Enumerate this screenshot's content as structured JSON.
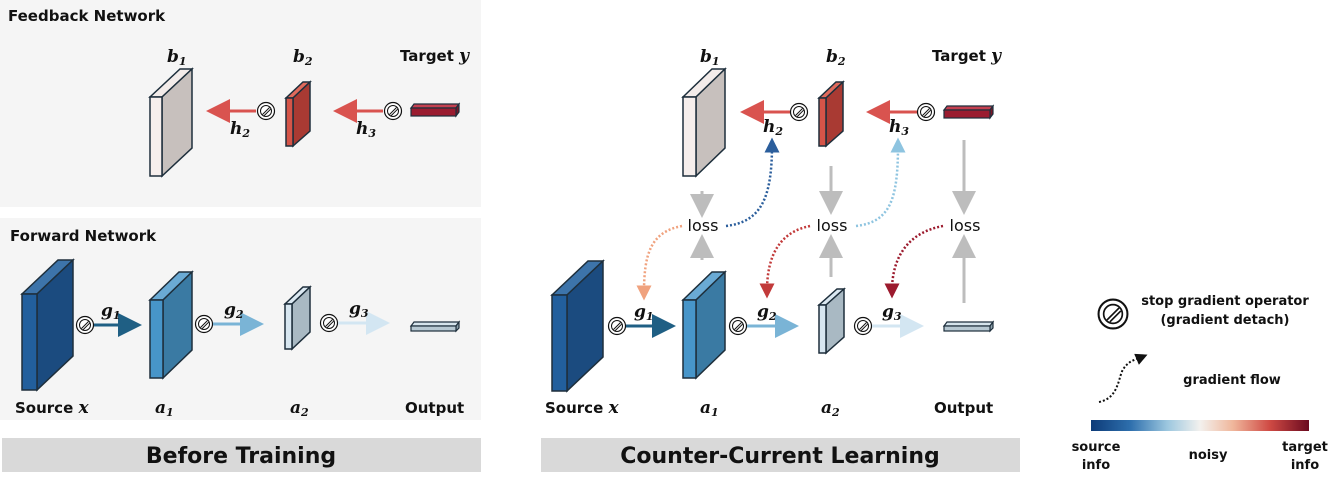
{
  "before": {
    "feedback_title": "Feedback Network",
    "forward_title": "Forward Network",
    "banner": "Before Training"
  },
  "after": {
    "banner": "Counter-Current Learning",
    "loss_label": "loss"
  },
  "labels": {
    "b": "b",
    "b1_sub": "1",
    "b2_sub": "2",
    "target_text": "Target ",
    "target_var": "y",
    "h": "h",
    "h2_sub": "2",
    "h3_sub": "3",
    "g": "g",
    "g1_sub": "1",
    "g2_sub": "2",
    "g3_sub": "3",
    "source_text": "Source ",
    "source_var": "x",
    "a": "a",
    "a1_sub": "1",
    "a2_sub": "2",
    "output": "Output"
  },
  "legend": {
    "stop_gradient_line1": "stop gradient operator",
    "stop_gradient_line2": "(gradient detach)",
    "gradient_flow": "gradient flow",
    "colorbar_left_1": "source",
    "colorbar_left_2": "info",
    "colorbar_mid": "noisy",
    "colorbar_right_1": "target",
    "colorbar_right_2": "info",
    "colorbar_colors": [
      "#0d3b78",
      "#2e6fad",
      "#9cc7df",
      "#f3f1ee",
      "#f0b79c",
      "#cf4a44",
      "#6b0a1f"
    ]
  },
  "colors": {
    "panel_bg": "#f5f5f5",
    "banner_bg": "#d9d9d9",
    "feedback_arrow": "#d9534f",
    "forward_arrow_g1": "#1f5f84",
    "forward_arrow_g2": "#7ab4d6",
    "forward_arrow_g3": "#d3e6f2",
    "loss_arrow": "#bdbdbd",
    "grad_h2": "#2b5e9c",
    "grad_h3": "#8ec4e0",
    "grad_g1": "#f0a27e",
    "grad_g2": "#c23a3a",
    "grad_g3": "#9c1b2e"
  }
}
